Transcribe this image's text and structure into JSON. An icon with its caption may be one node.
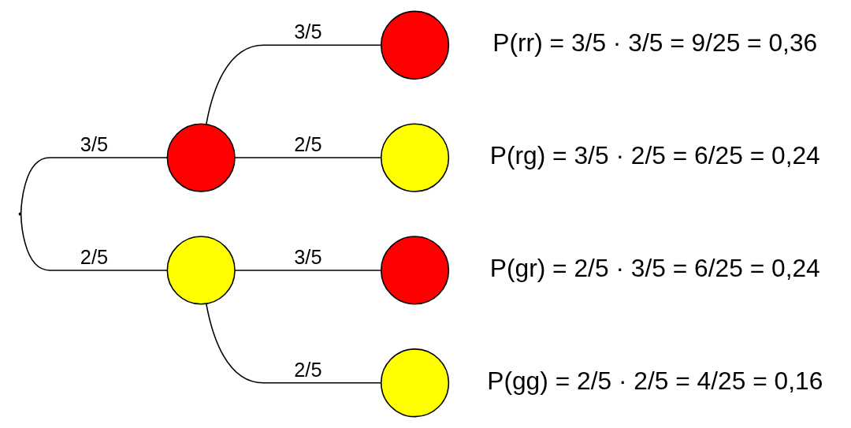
{
  "diagram": {
    "nodes": [
      {
        "text": [],
        "shape": "point"
      },
      {
        "text": [],
        "shape": "circle"
      },
      {
        "text": [],
        "shape": "circle"
      },
      {
        "text": [],
        "shape": "circle",
        "beside": [
          "P(rr) = 3/5 · 3/5 = 9/25 = 0,36"
        ]
      },
      {
        "text": [],
        "shape": "circle",
        "beside": [
          "P(rg) = 3/5 · 2/5 = 6/25 = 0,24"
        ]
      },
      {
        "text": [],
        "shape": "circle",
        "beside": [
          "P(gr) = 2/5 · 3/5 = 6/25 = 0,24"
        ]
      },
      {
        "text": [],
        "shape": "circle",
        "beside": [
          "P(gg) = 2/5 · 2/5 = 4/25 = 0,16"
        ]
      }
    ],
    "edges": [
      {
        "from": 0,
        "to": 1,
        "arrow": "none",
        "label": "3/5"
      },
      {
        "from": 0,
        "to": 2,
        "arrow": "none",
        "label": "2/5"
      },
      {
        "from": 1,
        "to": 3,
        "arrow": "none",
        "label": "3/5"
      },
      {
        "from": 1,
        "to": 4,
        "arrow": "none",
        "label": "2/5"
      },
      {
        "from": 2,
        "to": 5,
        "arrow": "none",
        "label": "3/5"
      },
      {
        "from": 2,
        "to": 6,
        "arrow": "none",
        "label": "2/5"
      }
    ]
  }
}
